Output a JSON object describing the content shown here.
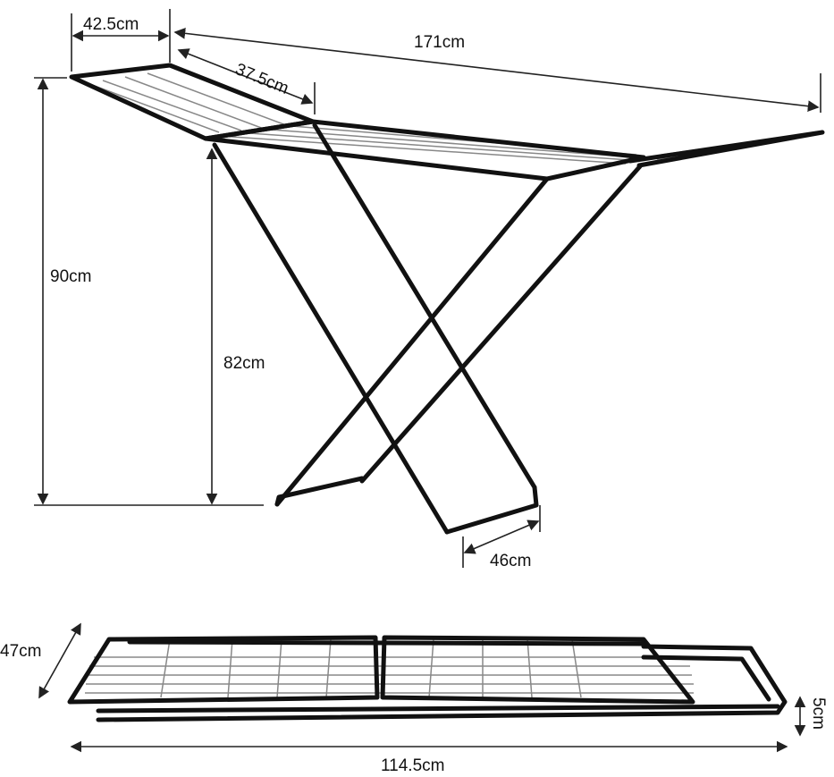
{
  "title": "Clothes drying rack dimensions",
  "dimensions": {
    "wing_width": "42.5cm",
    "total_length": "171cm",
    "wing_length": "37.5cm",
    "total_height": "90cm",
    "rack_height": "82cm",
    "base_depth": "46cm",
    "folded_width": "47cm",
    "folded_thickness": "5cm",
    "folded_length": "114.5cm"
  },
  "colors": {
    "frame": "#111111",
    "wire": "#888888",
    "dimension_line": "#222222"
  }
}
